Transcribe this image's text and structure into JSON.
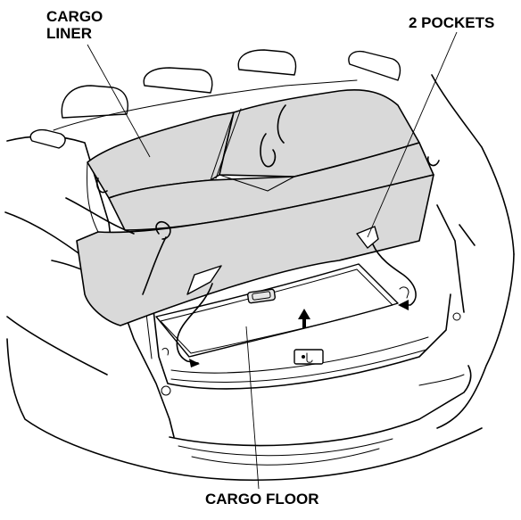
{
  "labels": {
    "cargo_liner": "CARGO\nLINER",
    "pockets": "2 POCKETS",
    "cargo_floor": "CARGO FLOOR"
  },
  "icons": {
    "lift_arrow": "arrow-up-icon",
    "hook_icon": "cargo-hook-icon"
  },
  "colors": {
    "liner_fill": "#d9d9d9",
    "line": "#000000",
    "background": "#ffffff"
  }
}
